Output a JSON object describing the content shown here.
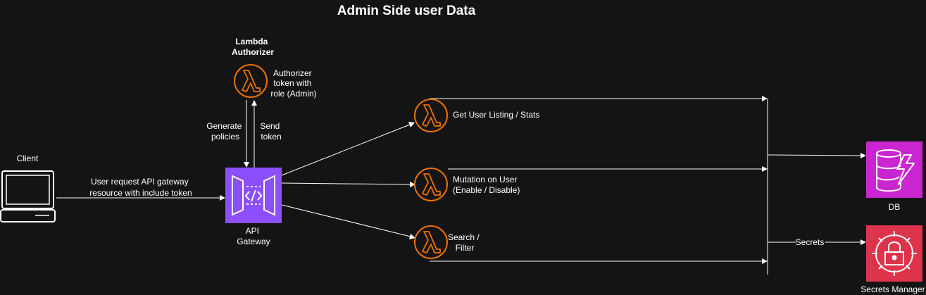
{
  "title": "Admin Side user Data",
  "client": {
    "label": "Client"
  },
  "client_edge_label": [
    "User request API gateway",
    "resource with include token"
  ],
  "api_gateway": {
    "label": [
      "API",
      "Gateway"
    ],
    "color": "#8C4FFF"
  },
  "authorizer": {
    "heading": [
      "Lambda",
      "Authorizer"
    ],
    "description": [
      "Authorizer",
      "token with",
      "role (Admin)"
    ],
    "color": "#ED7100"
  },
  "generate_policies_label": [
    "Generate",
    "policies"
  ],
  "send_token_label": [
    "Send",
    "token"
  ],
  "lambdas": [
    {
      "label": [
        "Get User Listing / Stats"
      ]
    },
    {
      "label": [
        "Mutation on User",
        "(Enable / Disable)"
      ]
    },
    {
      "label": [
        "Search /",
        "Filter"
      ]
    }
  ],
  "db": {
    "label": "DB",
    "color": "#C925D1"
  },
  "secrets_manager": {
    "label": "Secrets Manager",
    "color": "#DD344C"
  },
  "secrets_edge_label": "Secrets"
}
